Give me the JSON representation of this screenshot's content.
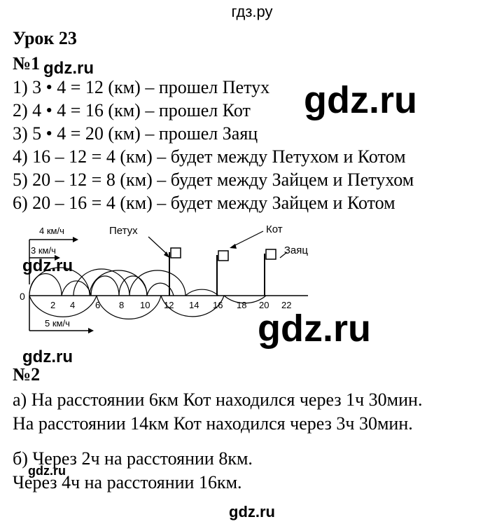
{
  "site_top": "гдз.ру",
  "lesson_title": "Урок 23",
  "task1_label": "№1",
  "task1_lines": [
    "1) 3 • 4 = 12 (км) – прошел Петух",
    "2) 4 • 4 = 16 (км) – прошел Кот",
    "3) 5 • 4 = 20 (км) – прошел Заяц",
    "4) 16 – 12 = 4 (км) – будет между Петухом и Котом",
    "5) 20 – 12 = 8 (км) – будет между Зайцем и Петухом",
    "6) 20 – 16 = 4 (км) – будет между Зайцем и Котом"
  ],
  "diagram": {
    "speed_top": "4 км/ч",
    "speed_mid": "3 км/ч",
    "speed_bottom": "5 км/ч",
    "label_rooster": "Петух",
    "label_cat": "Кот",
    "label_hare": "Заяц",
    "origin": "0",
    "ticks": [
      "2",
      "4",
      "6",
      "8",
      "10",
      "12",
      "14",
      "16",
      "18",
      "20",
      "22"
    ]
  },
  "task2_label": "№2",
  "task2_lines": [
    "а) На расстоянии 6км Кот находился через 1ч 30мин.",
    "На расстоянии 14км Кот находился через 3ч 30мин.",
    "б) Через 2ч на расстоянии 8км.",
    "Через 4ч на расстоянии 16км."
  ],
  "watermark": "gdz.ru",
  "site_bottom": "gdz.ru"
}
